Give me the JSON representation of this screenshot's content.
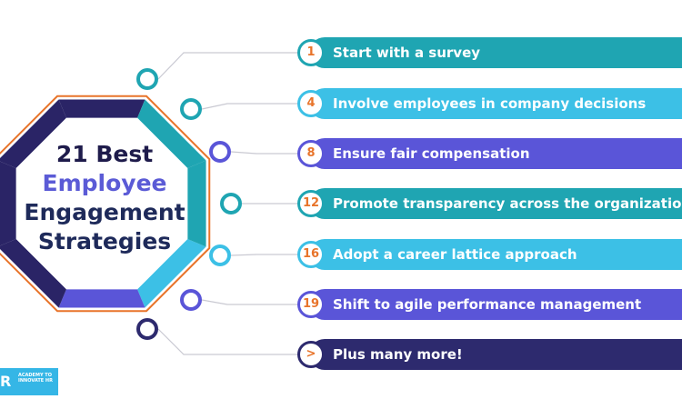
{
  "title": {
    "line1": "21 Best",
    "line2": "Employee",
    "line3": "Engagement",
    "line4": "Strategies"
  },
  "colors": {
    "navy": "#2a2466",
    "teal": "#1fa5b2",
    "sky": "#3cc0e6",
    "indigo": "#5a55d8",
    "dark_indigo": "#2d2a6e",
    "number_orange": "#e8742a"
  },
  "items": [
    {
      "number": "1",
      "label": "Start with a survey",
      "color": "#1fa5b2",
      "dot_color": "#1fa5b2"
    },
    {
      "number": "4",
      "label": "Involve employees in company decisions",
      "color": "#3cc0e6",
      "dot_color": "#1fa5b2"
    },
    {
      "number": "8",
      "label": "Ensure fair compensation",
      "color": "#5a55d8",
      "dot_color": "#5a55d8"
    },
    {
      "number": "12",
      "label": "Promote transparency across the organization",
      "color": "#1fa5b2",
      "dot_color": "#1fa5b2"
    },
    {
      "number": "16",
      "label": "Adopt a career lattice approach",
      "color": "#3cc0e6",
      "dot_color": "#3cc0e6"
    },
    {
      "number": "19",
      "label": "Shift to agile performance management",
      "color": "#5a55d8",
      "dot_color": "#5a55d8"
    },
    {
      "number": ">",
      "label": "Plus many more!",
      "color": "#2d2a6e",
      "dot_color": "#2d2a6e"
    }
  ],
  "logo": {
    "mark": "R",
    "text": "ACADEMY TO INNOVATE HR"
  }
}
